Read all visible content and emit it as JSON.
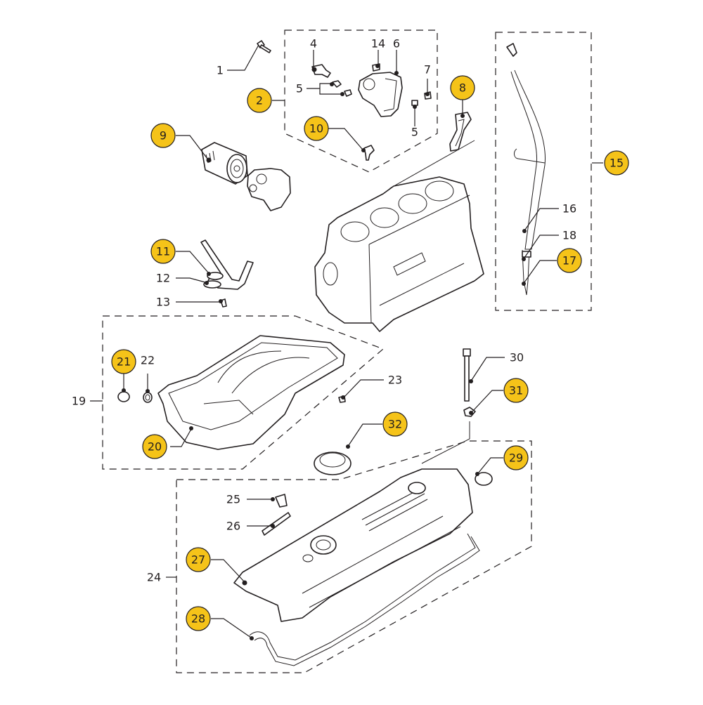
{
  "diagram": {
    "title": "Engine lubrication parts diagram",
    "badge_color": "#f5c319",
    "callouts": [
      {
        "id": "1",
        "label": "1",
        "highlighted": false
      },
      {
        "id": "2",
        "label": "2",
        "highlighted": true
      },
      {
        "id": "4",
        "label": "4",
        "highlighted": false
      },
      {
        "id": "5a",
        "label": "5",
        "highlighted": false
      },
      {
        "id": "5b",
        "label": "5",
        "highlighted": false
      },
      {
        "id": "6",
        "label": "6",
        "highlighted": false
      },
      {
        "id": "7",
        "label": "7",
        "highlighted": false
      },
      {
        "id": "8",
        "label": "8",
        "highlighted": true
      },
      {
        "id": "9",
        "label": "9",
        "highlighted": true
      },
      {
        "id": "10",
        "label": "10",
        "highlighted": true
      },
      {
        "id": "11",
        "label": "11",
        "highlighted": true
      },
      {
        "id": "12",
        "label": "12",
        "highlighted": false
      },
      {
        "id": "13",
        "label": "13",
        "highlighted": false
      },
      {
        "id": "14",
        "label": "14",
        "highlighted": false
      },
      {
        "id": "15",
        "label": "15",
        "highlighted": true
      },
      {
        "id": "16",
        "label": "16",
        "highlighted": false
      },
      {
        "id": "17",
        "label": "17",
        "highlighted": true
      },
      {
        "id": "18",
        "label": "18",
        "highlighted": false
      },
      {
        "id": "19",
        "label": "19",
        "highlighted": false
      },
      {
        "id": "20",
        "label": "20",
        "highlighted": true
      },
      {
        "id": "21",
        "label": "21",
        "highlighted": true
      },
      {
        "id": "22",
        "label": "22",
        "highlighted": false
      },
      {
        "id": "23",
        "label": "23",
        "highlighted": false
      },
      {
        "id": "24",
        "label": "24",
        "highlighted": false
      },
      {
        "id": "25",
        "label": "25",
        "highlighted": false
      },
      {
        "id": "26",
        "label": "26",
        "highlighted": false
      },
      {
        "id": "27",
        "label": "27",
        "highlighted": true
      },
      {
        "id": "28",
        "label": "28",
        "highlighted": true
      },
      {
        "id": "29",
        "label": "29",
        "highlighted": true
      },
      {
        "id": "30",
        "label": "30",
        "highlighted": false
      },
      {
        "id": "31",
        "label": "31",
        "highlighted": true
      },
      {
        "id": "32",
        "label": "32",
        "highlighted": true
      }
    ],
    "parts": [
      {
        "id": "oil-filter-housing-assembly",
        "callout": "2"
      },
      {
        "id": "oil-filter",
        "callout": "9"
      },
      {
        "id": "oil-pump-pickup",
        "callout": "11"
      },
      {
        "id": "dipstick-assembly",
        "callout": "15"
      },
      {
        "id": "oil-pan-assembly",
        "callout": "19"
      },
      {
        "id": "valve-cover-assembly",
        "callout": "24"
      },
      {
        "id": "oil-filler-cap",
        "callout": "32"
      },
      {
        "id": "engine-block",
        "callout": ""
      }
    ]
  }
}
